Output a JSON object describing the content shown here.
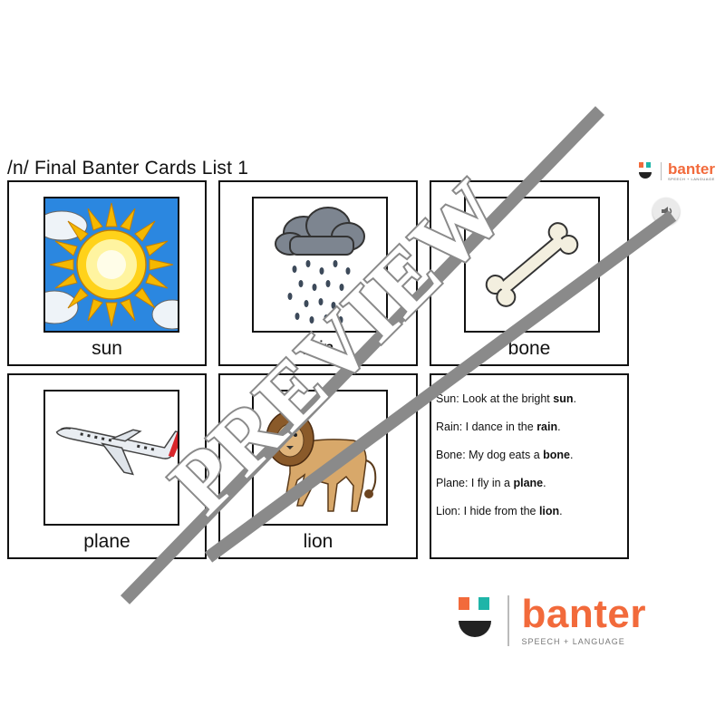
{
  "page": {
    "title": "/n/ Final Banter Cards List 1"
  },
  "brand": {
    "name": "banter",
    "tagline": "SPEECH + LANGUAGE",
    "color": "#f26a3b",
    "mark_colors": [
      "#f26a3b",
      "#1fb5a8",
      "#222222"
    ]
  },
  "cards": [
    {
      "word": "sun",
      "icon": "sun-icon"
    },
    {
      "word": "rain",
      "icon": "rain-cloud-icon"
    },
    {
      "word": "bone",
      "icon": "bone-icon"
    },
    {
      "word": "plane",
      "icon": "airplane-icon"
    },
    {
      "word": "lion",
      "icon": "lion-icon"
    }
  ],
  "sentences": [
    {
      "prefix": "Sun: Look at the bright ",
      "word": "sun",
      "suffix": "."
    },
    {
      "prefix": "Rain: I dance in the ",
      "word": "rain",
      "suffix": "."
    },
    {
      "prefix": "Bone: My dog eats a ",
      "word": "bone",
      "suffix": "."
    },
    {
      "prefix": "Plane: I fly in a ",
      "word": "plane",
      "suffix": "."
    },
    {
      "prefix": "Lion: I hide from the ",
      "word": "lion",
      "suffix": "."
    }
  ],
  "watermark": {
    "text": "PREVIEW",
    "color": "#8a8a8a"
  },
  "audio_button": {
    "icon": "speaker-icon"
  }
}
